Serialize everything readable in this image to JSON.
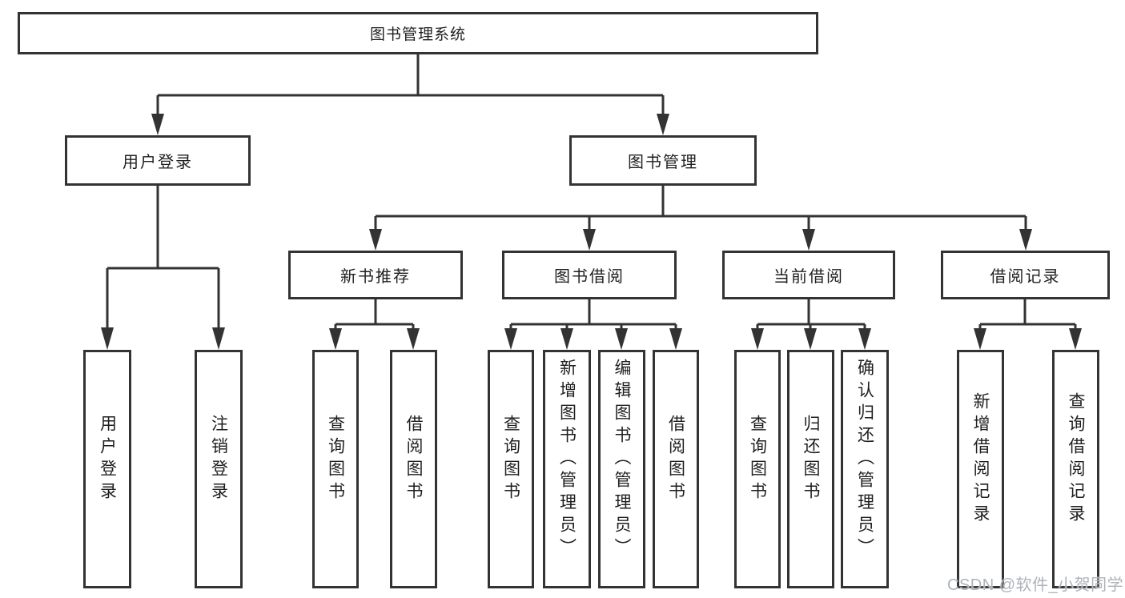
{
  "diagram": {
    "root": {
      "label": "图书管理系统"
    },
    "level2": [
      {
        "label": "用户登录"
      },
      {
        "label": "图书管理"
      }
    ],
    "level3": [
      {
        "label": "新书推荐"
      },
      {
        "label": "图书借阅"
      },
      {
        "label": "当前借阅"
      },
      {
        "label": "借阅记录"
      }
    ],
    "leaves": [
      {
        "label": "用户登录"
      },
      {
        "label": "注销登录"
      },
      {
        "label": "查询图书"
      },
      {
        "label": "借阅图书"
      },
      {
        "label": "查询图书"
      },
      {
        "label": "新增图书（管理员）"
      },
      {
        "label": "编辑图书（管理员）"
      },
      {
        "label": "借阅图书"
      },
      {
        "label": "查询图书"
      },
      {
        "label": "归还图书"
      },
      {
        "label": "确认归还（管理员）"
      },
      {
        "label": "新增借阅记录"
      },
      {
        "label": "查询借阅记录"
      }
    ]
  },
  "watermark": {
    "text": "CSDN @软件_小贺同学"
  },
  "colors": {
    "line": "#333333",
    "text": "#1f1f1f",
    "watermark": "#aeb3b9",
    "background": "#ffffff"
  }
}
